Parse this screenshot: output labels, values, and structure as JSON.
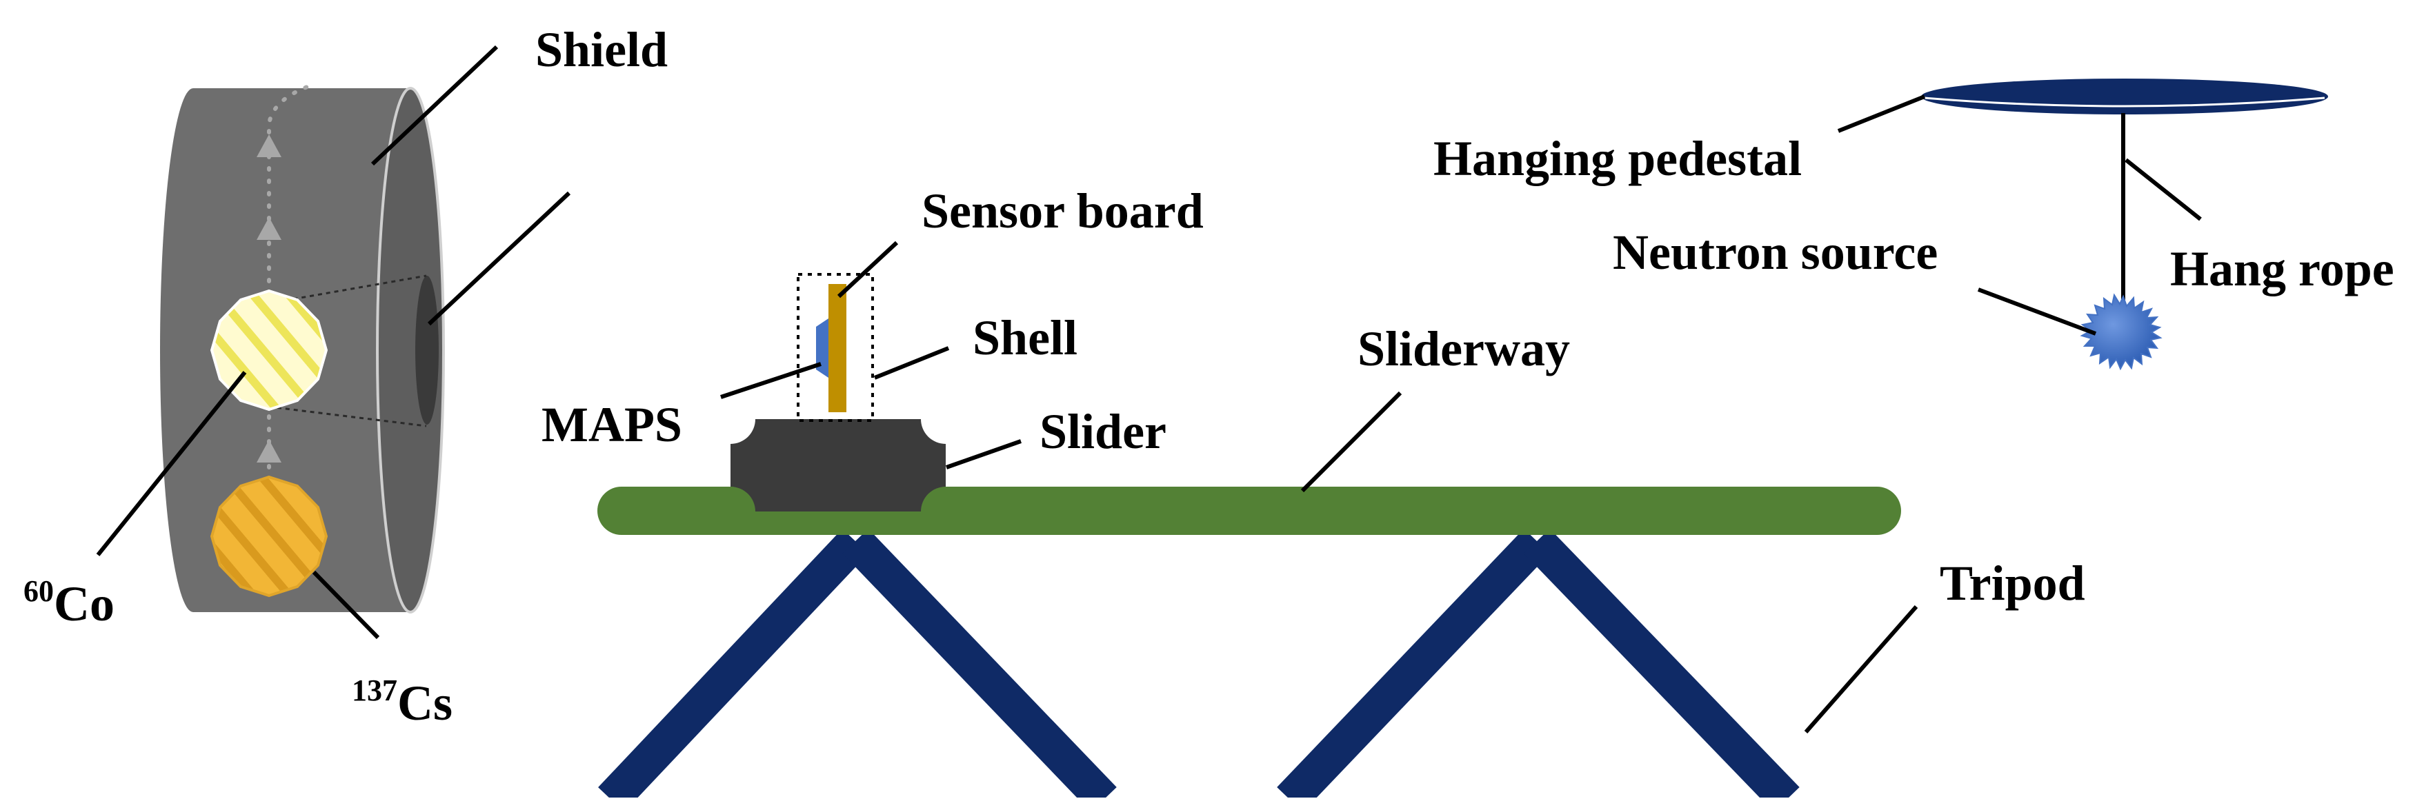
{
  "labels": {
    "shield": "Shield",
    "sensor_board": "Sensor board",
    "shell": "Shell",
    "maps": "MAPS",
    "slider": "Slider",
    "sliderway": "Sliderway",
    "hanging_pedestal": "Hanging pedestal",
    "neutron_source": "Neutron source",
    "hang_rope": "Hang rope",
    "tripod": "Tripod",
    "co60": {
      "mass": "60",
      "symbol": "Co"
    },
    "cs137": {
      "mass": "137",
      "symbol": "Cs"
    }
  },
  "colors": {
    "shield_body": "#6e6e6e",
    "shield_face": "#5e5e5e",
    "shield_hole": "#3a3a3a",
    "co60_source": "#fffbd0",
    "cs137_source": "#f2b636",
    "sliderway": "#538135",
    "tripod": "#0f2a66",
    "slider": "#3b3b3b",
    "sensor_board": "#bf8f00",
    "maps_chip": "#4472c4",
    "hanging_pedestal": "#0f2a66",
    "neutron_source": "#4472c4"
  },
  "icons": {
    "neutron_source": "spiky-sphere-icon",
    "radioactive_sources": "hatched-disc-icon"
  }
}
